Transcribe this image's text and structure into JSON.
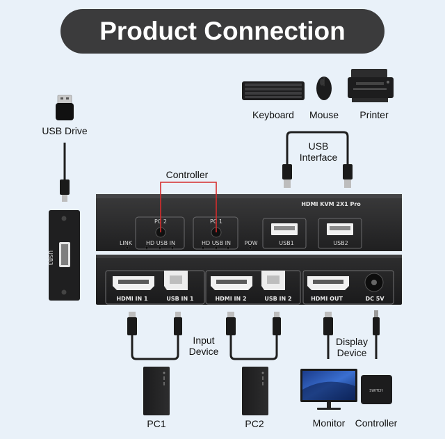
{
  "title": "Product Connection",
  "peripherals": {
    "keyboard": "Keyboard",
    "mouse": "Mouse",
    "printer": "Printer",
    "usb_drive": "USB Drive",
    "usb_interface": [
      "USB",
      "Interface"
    ],
    "controller": "Controller"
  },
  "kvm_top": {
    "model": "HDMI KVM 2X1 Pro",
    "pc2": "PC 2",
    "pc1": "PC 1",
    "port_labels_left": "HD USB IN",
    "port_labels_right": "HD USB IN",
    "link": "LINK",
    "pow": "POW",
    "usb1": "USB1",
    "usb2": "USB2"
  },
  "side_port_label": "USB3",
  "kvm_back": {
    "hdmi_in_1": "HDMI IN 1",
    "usb_in_1": "USB IN 1",
    "hdmi_in_2": "HDMI IN 2",
    "usb_in_2": "USB IN 2",
    "hdmi_out": "HDMI OUT",
    "dc": "DC 5V"
  },
  "bottom": {
    "input_device": [
      "Input",
      "Device"
    ],
    "display_device": [
      "Display",
      "Device"
    ],
    "pc1": "PC1",
    "pc2": "PC2",
    "monitor": "Monitor",
    "controller": "Controller",
    "switch_badge": "SWITCH"
  },
  "colors": {
    "background": "#e9f1f9",
    "title_pill": "#3b3b3c",
    "device_body": "#2a2a2b",
    "controller_wire": "#d62c2c",
    "cable": "#1e1e1e"
  }
}
